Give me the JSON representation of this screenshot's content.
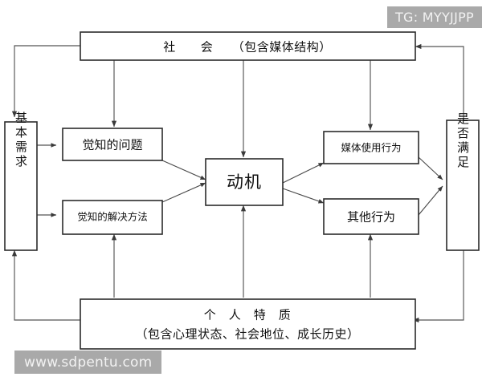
{
  "diagram": {
    "type": "flowchart",
    "title_text": "社　　会　　（包含媒体结构）",
    "nodes": {
      "society": {
        "label": "社　　会　　（包含媒体结构）",
        "shape": "rect"
      },
      "basic_needs": {
        "label": "基本需求",
        "shape": "rect-vertical"
      },
      "perceived_problem": {
        "label": "觉知的问题",
        "shape": "rect"
      },
      "perceived_solution": {
        "label": "觉知的解决方法",
        "shape": "rect"
      },
      "motivation": {
        "label": "动机",
        "shape": "rect"
      },
      "media_use_behavior": {
        "label": "媒体使用行为",
        "shape": "rect"
      },
      "other_behavior": {
        "label": "其他行为",
        "shape": "rect"
      },
      "satisfied": {
        "label": "是否满足",
        "shape": "rect-vertical"
      },
      "personal_traits_line1": {
        "label": "个　人　特　质"
      },
      "personal_traits_line2": {
        "label": "（包含心理状态、社会地位、成长历史）"
      }
    },
    "edges": [
      {
        "from": "society",
        "to": "basic_needs",
        "style": "elbow-left-down"
      },
      {
        "from": "society",
        "to": "perceived_problem",
        "style": "straight-down"
      },
      {
        "from": "society",
        "to": "motivation",
        "style": "straight-down"
      },
      {
        "from": "society",
        "to": "media_use_behavior",
        "style": "straight-down"
      },
      {
        "from": "basic_needs",
        "to": "perceived_problem",
        "style": "straight-right"
      },
      {
        "from": "basic_needs",
        "to": "perceived_solution",
        "style": "straight-right"
      },
      {
        "from": "perceived_problem",
        "to": "motivation",
        "style": "diagonal"
      },
      {
        "from": "perceived_solution",
        "to": "motivation",
        "style": "diagonal"
      },
      {
        "from": "motivation",
        "to": "media_use_behavior",
        "style": "diagonal"
      },
      {
        "from": "motivation",
        "to": "other_behavior",
        "style": "diagonal"
      },
      {
        "from": "media_use_behavior",
        "to": "satisfied",
        "style": "diagonal"
      },
      {
        "from": "other_behavior",
        "to": "satisfied",
        "style": "diagonal"
      },
      {
        "from": "satisfied",
        "to": "society",
        "style": "elbow-up-left"
      },
      {
        "from": "satisfied",
        "to": "personal_traits",
        "style": "elbow-down-left"
      },
      {
        "from": "personal_traits",
        "to": "basic_needs",
        "style": "elbow-left-up"
      },
      {
        "from": "personal_traits",
        "to": "perceived_solution",
        "style": "straight-up"
      },
      {
        "from": "personal_traits",
        "to": "motivation",
        "style": "straight-up"
      },
      {
        "from": "personal_traits",
        "to": "other_behavior",
        "style": "straight-up"
      }
    ]
  },
  "watermarks": {
    "top_right": "TG: MYYJJPP",
    "bottom_left": "www.sdpentu.com"
  },
  "colors": {
    "background": "#ffffff",
    "box_stroke": "#2b2b2b",
    "connector": "#555555",
    "text": "#111111",
    "watermark_bg": "#a9a9a9",
    "watermark_text": "#f2f2f2"
  }
}
